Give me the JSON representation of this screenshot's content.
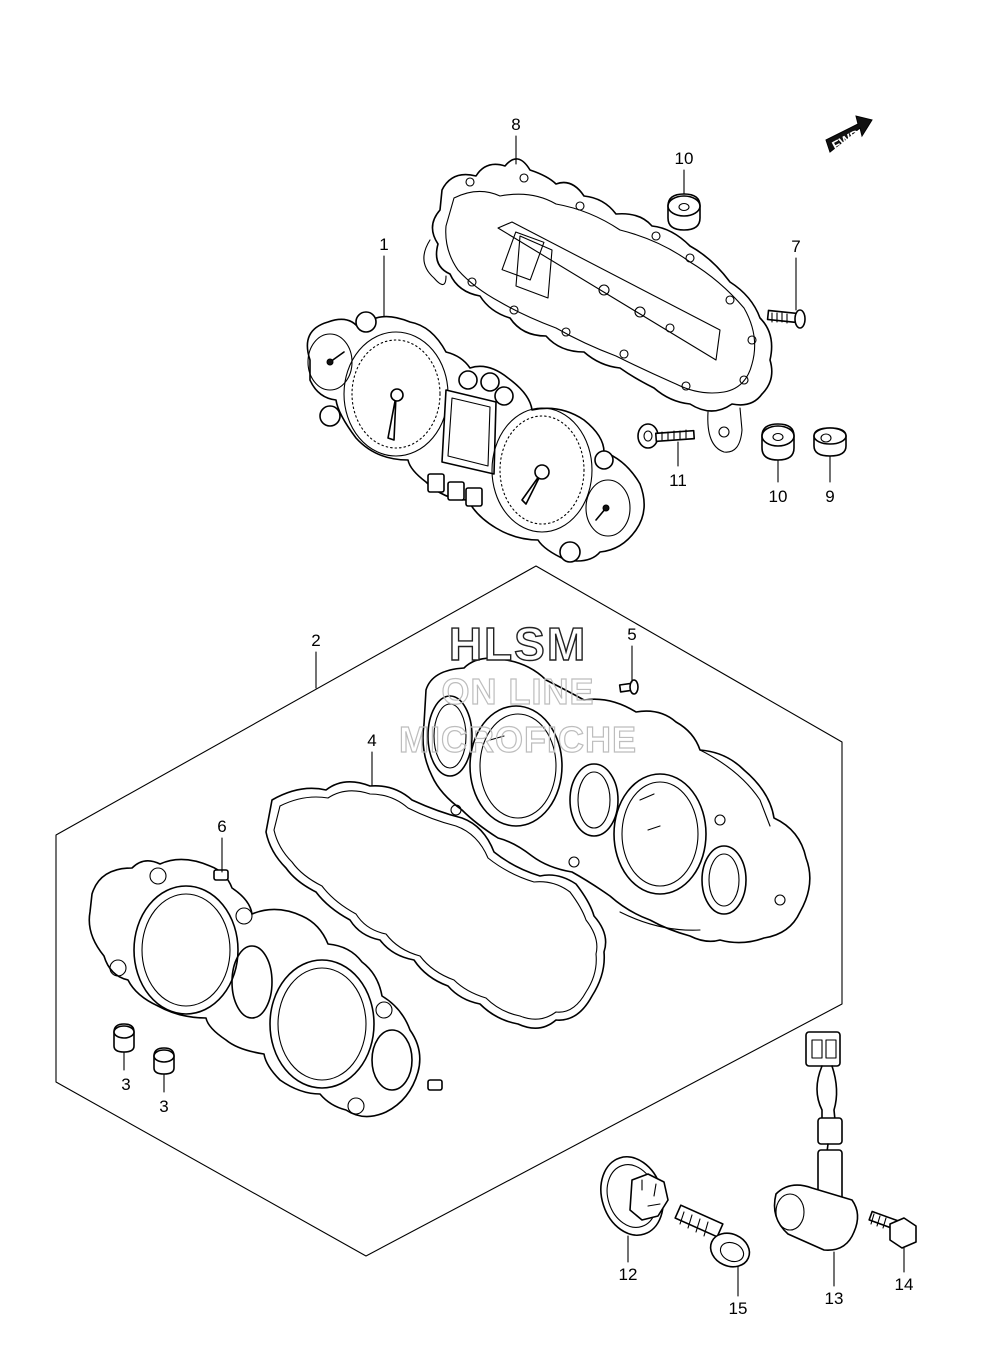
{
  "watermark": {
    "line1": "HLSM",
    "line2": "ON LINE",
    "line3": "MICROFICHE"
  },
  "direction_indicator": {
    "label": "FWD"
  },
  "callouts": {
    "c1": "1",
    "c2": "2",
    "c3a": "3",
    "c3b": "3",
    "c4": "4",
    "c5": "5",
    "c6": "6",
    "c7": "7",
    "c8": "8",
    "c9": "9",
    "c10a": "10",
    "c10b": "10",
    "c11": "11",
    "c12": "12",
    "c13": "13",
    "c14": "14",
    "c15": "15"
  }
}
